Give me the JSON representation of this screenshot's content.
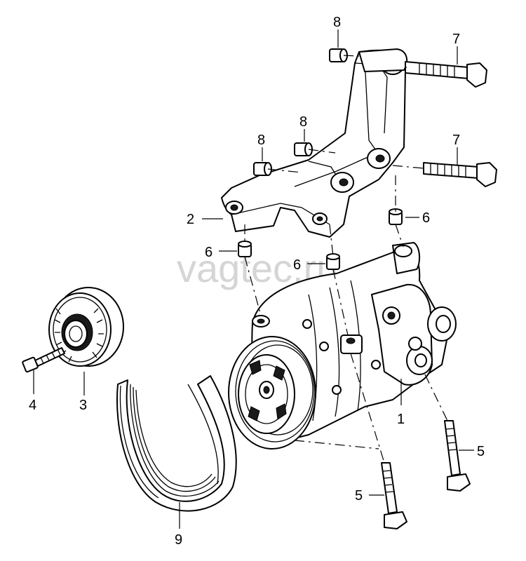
{
  "watermark": "vagtec.ru",
  "callouts": {
    "c1": "1",
    "c2": "2",
    "c3": "3",
    "c4": "4",
    "c5a": "5",
    "c5b": "5",
    "c6a": "6",
    "c6b": "6",
    "c6c": "6",
    "c7a": "7",
    "c7b": "7",
    "c8a": "8",
    "c8b": "8",
    "c8c": "8",
    "c9": "9"
  }
}
